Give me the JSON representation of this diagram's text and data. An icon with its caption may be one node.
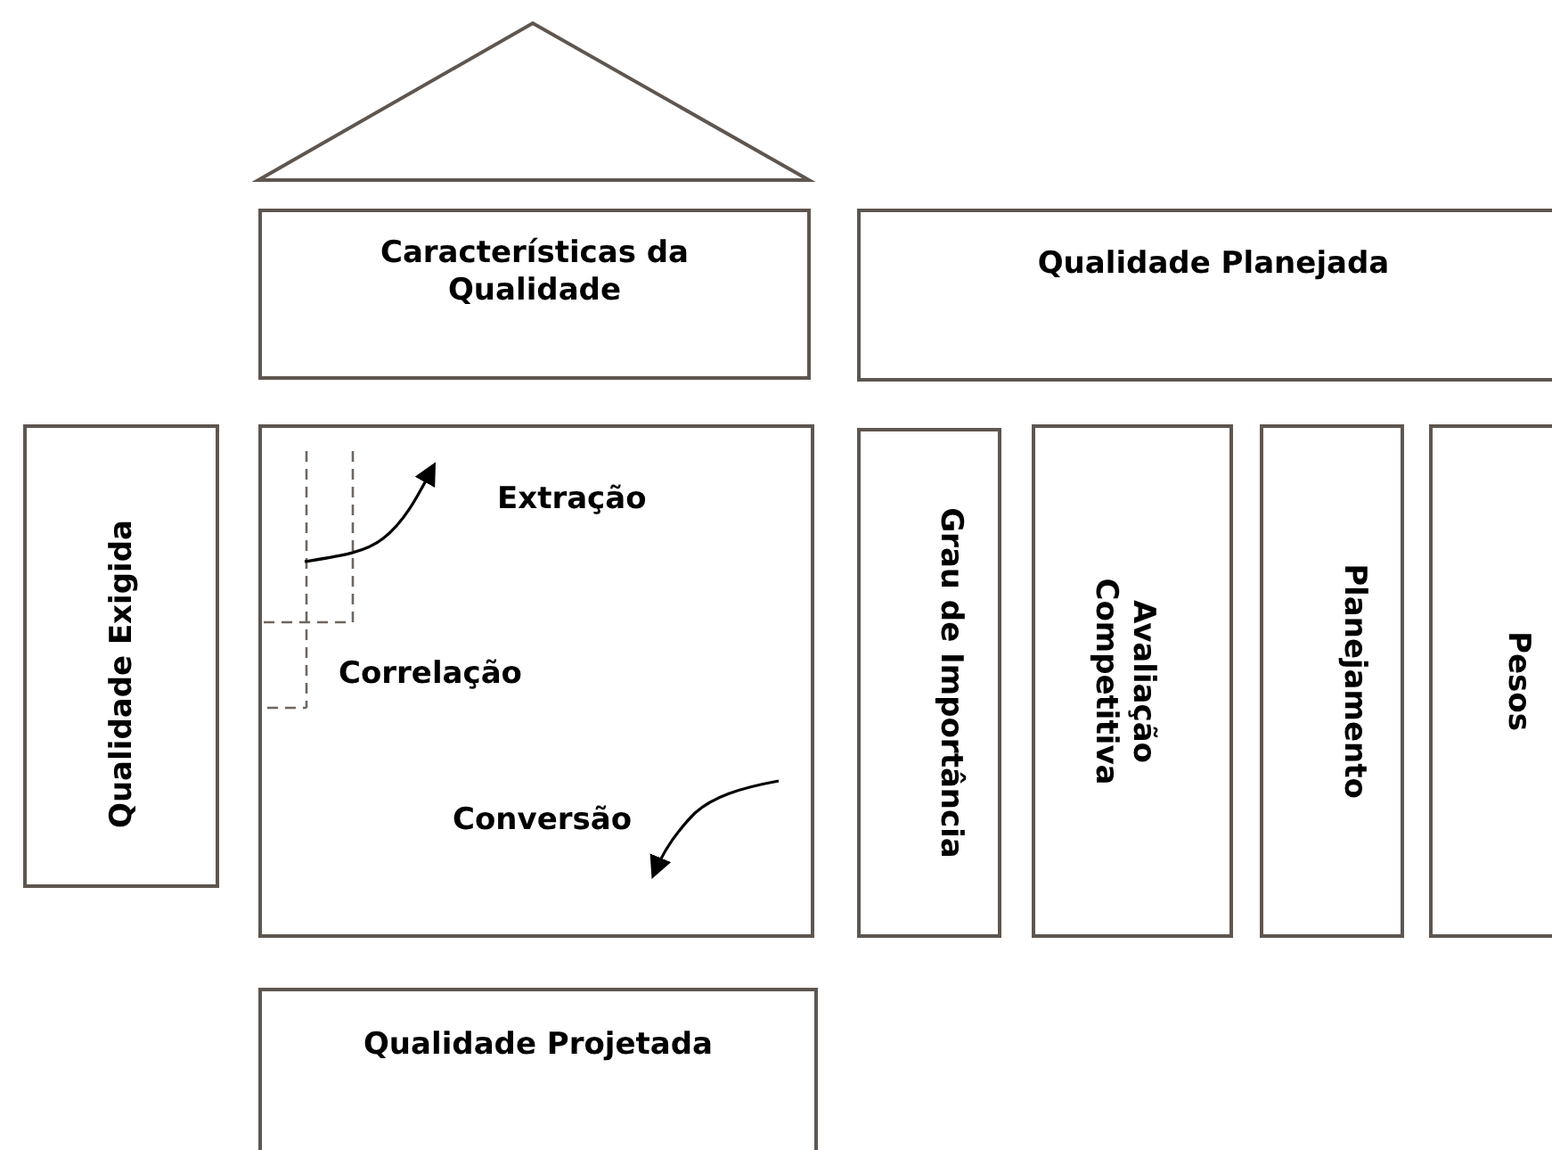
{
  "diagram": {
    "nodes": [
      {
        "text": [],
        "shape": "triangle"
      },
      {
        "text": [
          "Características da Qualidade"
        ]
      },
      {
        "text": [
          "Qualidade Planejada"
        ]
      },
      {
        "text": [
          "Qualidade Exigida"
        ]
      },
      {
        "text": [
          "Extração",
          "Correlação",
          "Conversão"
        ]
      },
      {
        "text": [
          "Grau de Importância"
        ]
      },
      {
        "text": [
          "Avaliação Competitiva"
        ]
      },
      {
        "text": [
          "Planejamento"
        ]
      },
      {
        "text": [
          "Pesos"
        ]
      },
      {
        "text": [
          "Qualidade Projetada"
        ]
      }
    ]
  }
}
